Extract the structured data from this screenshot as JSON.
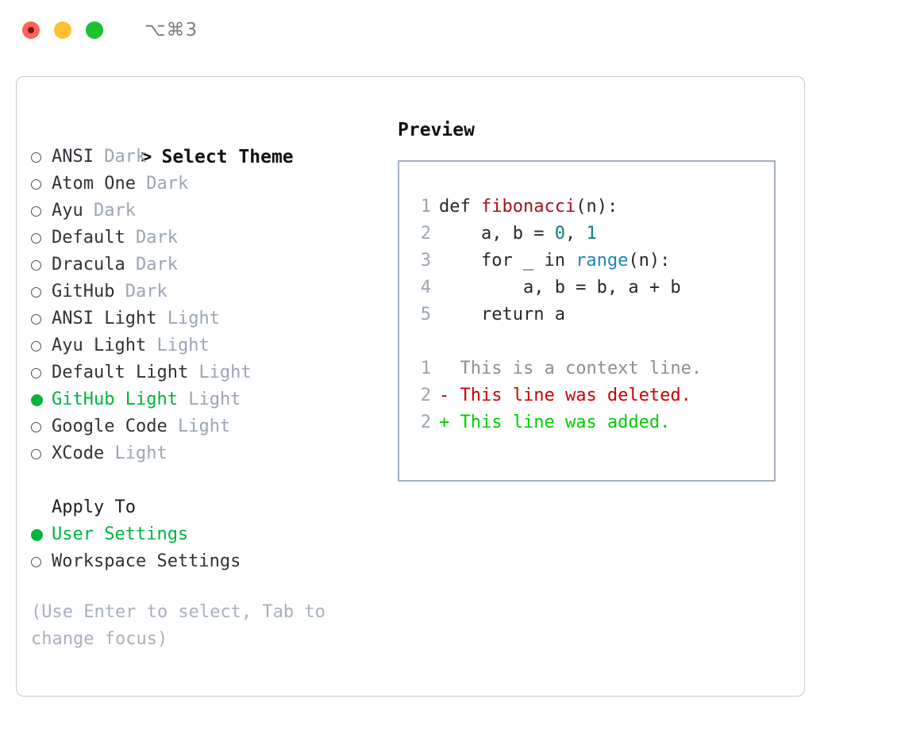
{
  "titlebar": {
    "shortcut": "⌥⌘3",
    "lights": [
      {
        "name": "close",
        "color": "#ff6259"
      },
      {
        "name": "minimize",
        "color": "#ffc12f"
      },
      {
        "name": "zoom",
        "color": "#1ac22e"
      }
    ]
  },
  "theme_list": {
    "caret": ">",
    "title": "Select Theme",
    "items": [
      {
        "label": "ANSI",
        "suffix": "Dark",
        "selected": false
      },
      {
        "label": "Atom One",
        "suffix": "Dark",
        "selected": false
      },
      {
        "label": "Ayu",
        "suffix": "Dark",
        "selected": false
      },
      {
        "label": "Default",
        "suffix": "Dark",
        "selected": false
      },
      {
        "label": "Dracula",
        "suffix": "Dark",
        "selected": false
      },
      {
        "label": "GitHub",
        "suffix": "Dark",
        "selected": false
      },
      {
        "label": "ANSI Light",
        "suffix": "Light",
        "selected": false
      },
      {
        "label": "Ayu Light",
        "suffix": "Light",
        "selected": false
      },
      {
        "label": "Default Light",
        "suffix": "Light",
        "selected": false
      },
      {
        "label": "GitHub Light",
        "suffix": "Light",
        "selected": true
      },
      {
        "label": "Google Code",
        "suffix": "Light",
        "selected": false
      },
      {
        "label": "XCode",
        "suffix": "Light",
        "selected": false
      }
    ]
  },
  "apply_to": {
    "title": "Apply To",
    "items": [
      {
        "label": "User Settings",
        "selected": true
      },
      {
        "label": "Workspace Settings",
        "selected": false
      }
    ]
  },
  "hint": "(Use Enter to select, Tab to change focus)",
  "preview": {
    "title": "Preview",
    "code_lines": [
      {
        "num": "1",
        "tokens": [
          {
            "text": "def ",
            "type": "plain"
          },
          {
            "text": "fibonacci",
            "type": "fn"
          },
          {
            "text": "(n):",
            "type": "plain"
          }
        ]
      },
      {
        "num": "2",
        "tokens": [
          {
            "text": "    a, b = ",
            "type": "plain"
          },
          {
            "text": "0",
            "type": "num"
          },
          {
            "text": ", ",
            "type": "plain"
          },
          {
            "text": "1",
            "type": "num"
          }
        ]
      },
      {
        "num": "3",
        "tokens": [
          {
            "text": "    for _ in ",
            "type": "plain"
          },
          {
            "text": "range",
            "type": "call"
          },
          {
            "text": "(n):",
            "type": "plain"
          }
        ]
      },
      {
        "num": "4",
        "tokens": [
          {
            "text": "        a, b = b, a + b",
            "type": "plain"
          }
        ]
      },
      {
        "num": "5",
        "tokens": [
          {
            "text": "    return a",
            "type": "plain"
          }
        ]
      }
    ],
    "diff_lines": [
      {
        "num": "1",
        "marker": "  ",
        "text": "This is a context line.",
        "kind": "ctx"
      },
      {
        "num": "2",
        "marker": "- ",
        "text": "This line was deleted.",
        "kind": "del"
      },
      {
        "num": "2",
        "marker": "+ ",
        "text": "This line was added.",
        "kind": "add"
      }
    ]
  },
  "colors": {
    "selected_green": "#00b33c",
    "muted_gray": "#9aa5b4",
    "diff_deleted": "#cc0000",
    "diff_added": "#00cc00",
    "function_red": "#a3131a",
    "number_teal": "#0d8080",
    "call_blue": "#1a86b8",
    "panel_border": "#c3cad6",
    "preview_border": "#a4b0c0"
  }
}
